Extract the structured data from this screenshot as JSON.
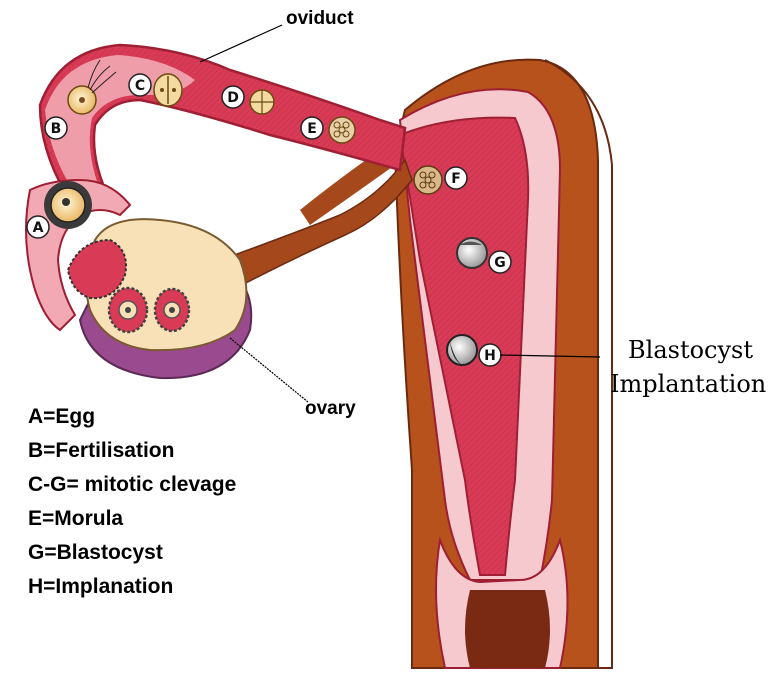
{
  "labels": {
    "oviduct": "oviduct",
    "ovary": "ovary",
    "blastocyst_line1": "Blastocyst",
    "blastocyst_line2": "Implantation"
  },
  "stage_markers": [
    "A",
    "B",
    "C",
    "D",
    "E",
    "F",
    "G",
    "H"
  ],
  "legend": [
    "A=Egg",
    "B=Fertilisation",
    "C-G= mitotic clevage",
    "E=Morula",
    "G=Blastocyst",
    "H=Implanation"
  ],
  "colors": {
    "tube": "#d93a55",
    "tube_outline": "#9e1f33",
    "uterus_wall_pink": "#f6c9cf",
    "uterus_wall_brown": "#b8521c",
    "ligament": "#a5481c",
    "ovary_fill": "#f8e1b6",
    "ovary_purple": "#9a4a8e",
    "fimbria": "#f2a9b4"
  }
}
